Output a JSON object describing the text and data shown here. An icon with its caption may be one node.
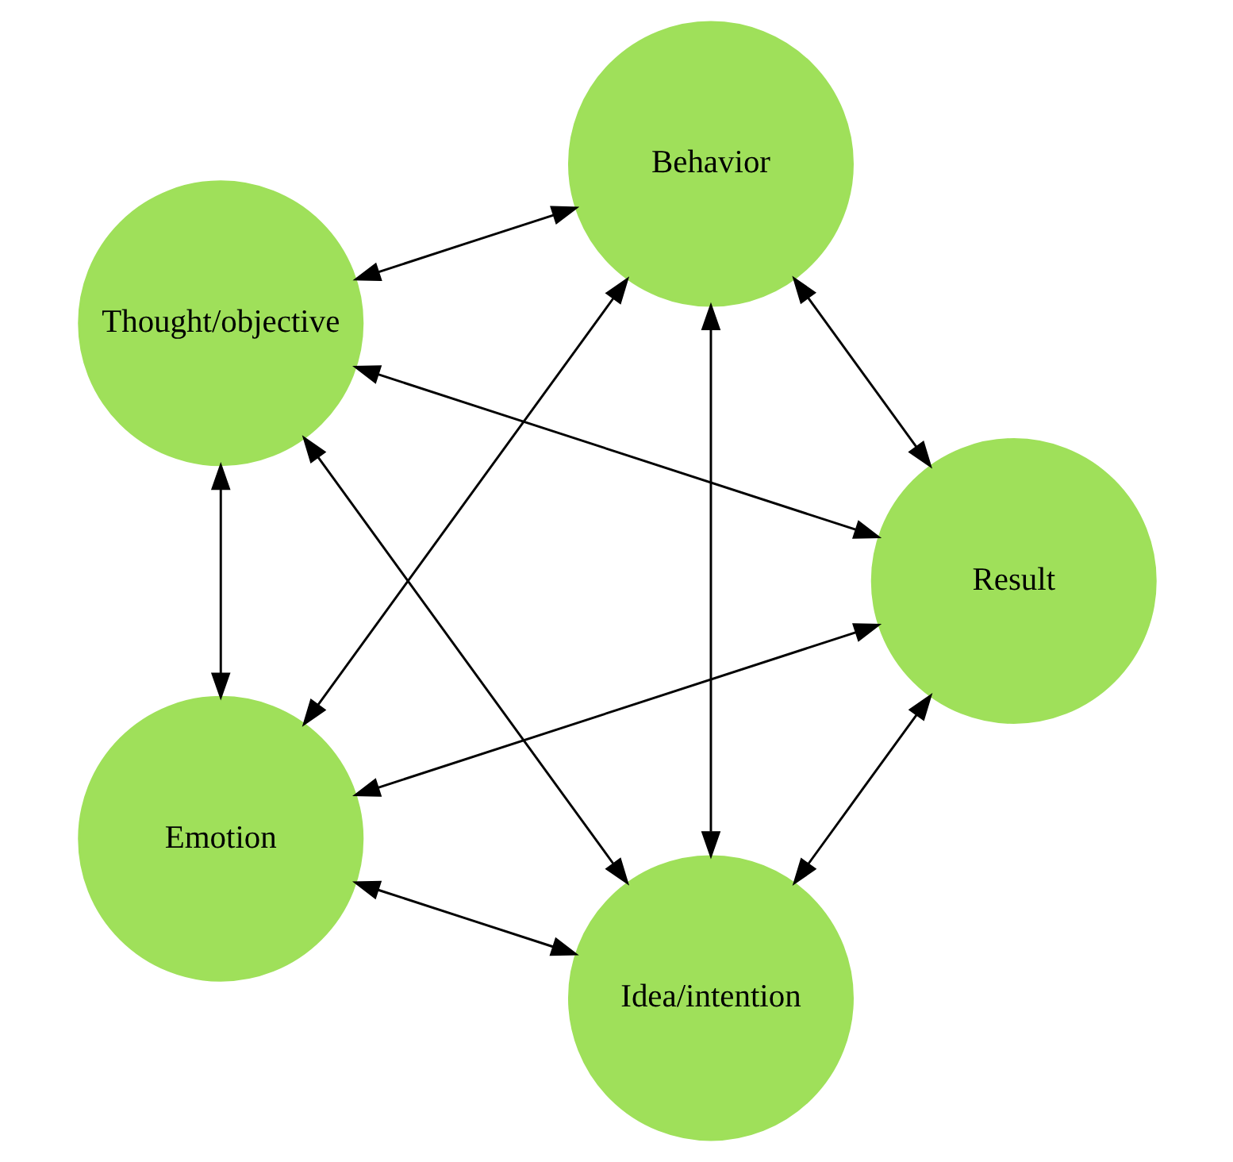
{
  "diagram": {
    "nodes": [
      {
        "text": [
          "Idea/intention"
        ]
      },
      {
        "text": [
          "Result"
        ]
      },
      {
        "text": [
          "Thought/objective"
        ]
      },
      {
        "text": [
          "Behavior"
        ]
      },
      {
        "text": [
          "Emotion"
        ]
      }
    ],
    "edges": [
      {
        "from": 0,
        "to": 1,
        "arrow": "both"
      },
      {
        "from": 0,
        "to": 2,
        "arrow": "both"
      },
      {
        "from": 0,
        "to": 3,
        "arrow": "both"
      },
      {
        "from": 0,
        "to": 4,
        "arrow": "both"
      },
      {
        "from": 1,
        "to": 2,
        "arrow": "both"
      },
      {
        "from": 1,
        "to": 3,
        "arrow": "both"
      },
      {
        "from": 1,
        "to": 4,
        "arrow": "both"
      },
      {
        "from": 2,
        "to": 3,
        "arrow": "both"
      },
      {
        "from": 2,
        "to": 4,
        "arrow": "both"
      },
      {
        "from": 3,
        "to": 4,
        "arrow": "both"
      }
    ]
  }
}
